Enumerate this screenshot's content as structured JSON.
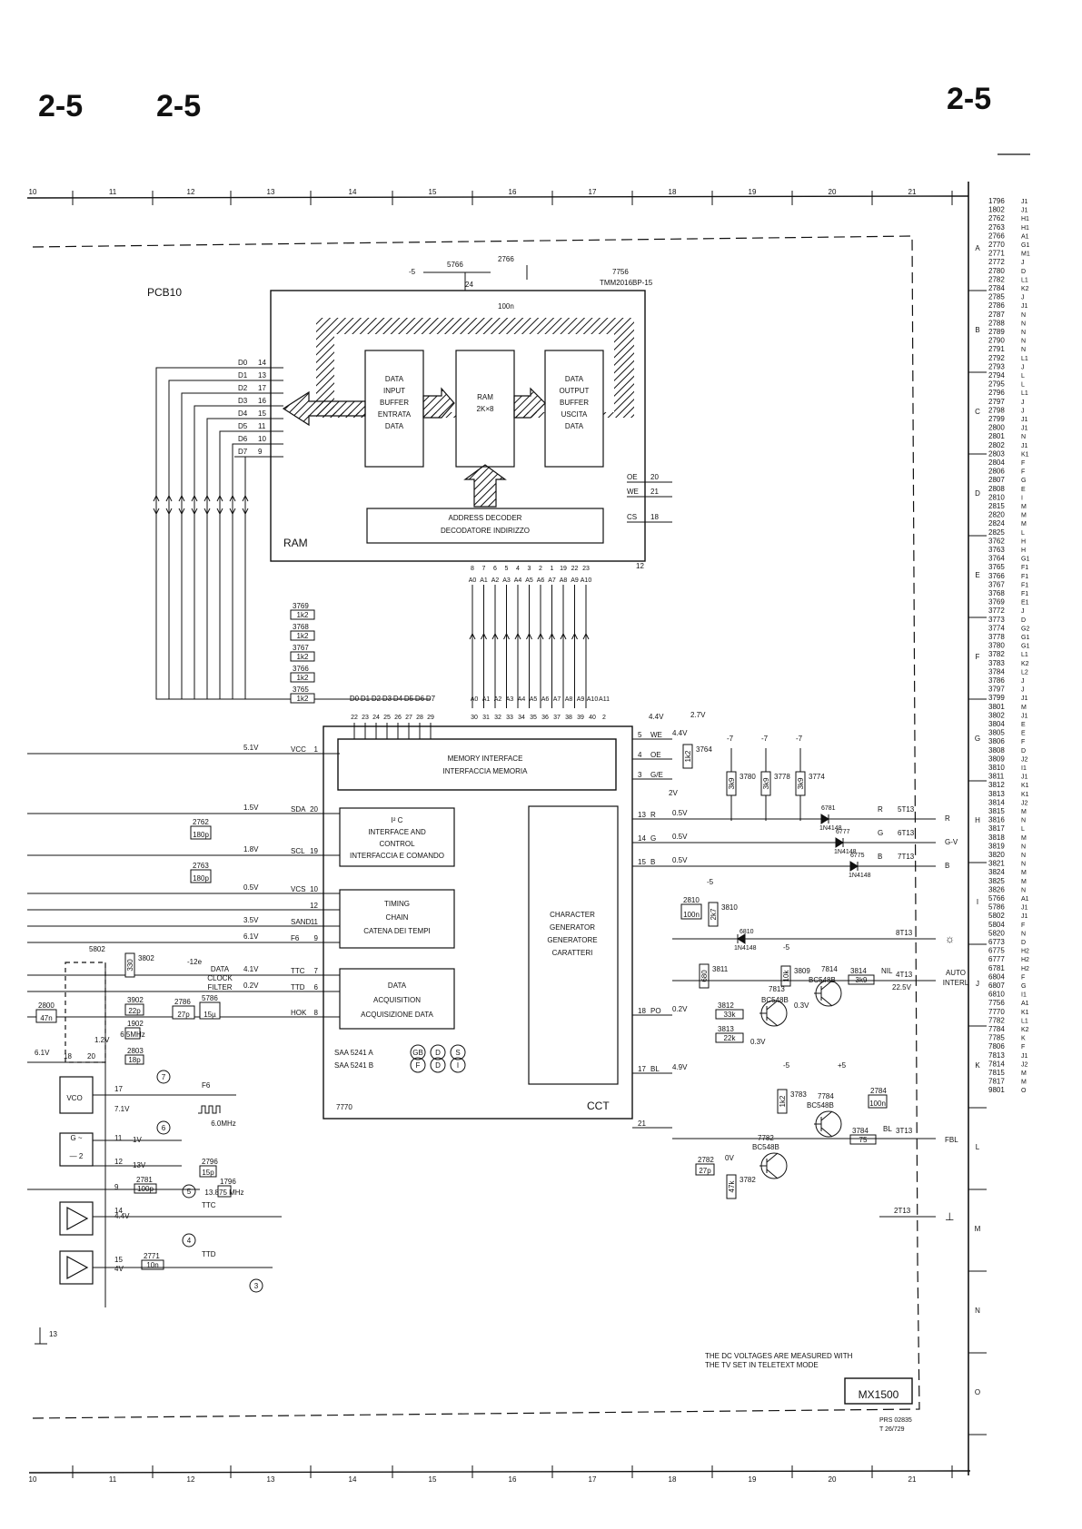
{
  "headers": {
    "left1": "2-5",
    "left2": "2-5",
    "right": "2-5"
  },
  "board": "PCB10",
  "grid": {
    "top": [
      "10",
      "11",
      "12",
      "13",
      "14",
      "15",
      "16",
      "17",
      "18",
      "19",
      "20",
      "21"
    ],
    "rows": [
      "A",
      "B",
      "C",
      "D",
      "E",
      "F",
      "G",
      "H",
      "I",
      "J",
      "K",
      "L",
      "M",
      "N",
      "O"
    ]
  },
  "ram": {
    "label": "RAM",
    "chip": "7756",
    "part": "TMM2016BP-15",
    "input": [
      "DATA",
      "INPUT",
      "BUFFER",
      "ENTRATA",
      "DATA"
    ],
    "core": [
      "RAM",
      "2K×8"
    ],
    "output": [
      "DATA",
      "OUTPUT",
      "BUFFER",
      "USCITA",
      "DATA"
    ],
    "decoder": [
      "ADDRESS DECODER",
      "DECODATORE INDIRIZZO"
    ],
    "data_pins": [
      [
        "D0",
        "14"
      ],
      [
        "D1",
        "13"
      ],
      [
        "D2",
        "17"
      ],
      [
        "D3",
        "16"
      ],
      [
        "D4",
        "15"
      ],
      [
        "D5",
        "11"
      ],
      [
        "D6",
        "10"
      ],
      [
        "D7",
        "9"
      ]
    ],
    "ctrl": [
      [
        "OE",
        "20"
      ],
      [
        "WE",
        "21"
      ],
      [
        "CS",
        "18"
      ]
    ],
    "addr_pins": [
      "8",
      "7",
      "6",
      "5",
      "4",
      "3",
      "2",
      "1",
      "19",
      "22",
      "23"
    ],
    "addr_names": [
      "A0",
      "A1",
      "A2",
      "A3",
      "A4",
      "A5",
      "A6",
      "A7",
      "A8",
      "A9",
      "A10"
    ],
    "supply": {
      "v": "-5",
      "coil": "5766",
      "cap": "2766",
      "capv": "100n",
      "pin24": "24",
      "pin12": "12"
    }
  },
  "resistors": [
    [
      "3769",
      "1k2"
    ],
    [
      "3768",
      "1k2"
    ],
    [
      "3767",
      "1k2"
    ],
    [
      "3766",
      "1k2"
    ],
    [
      "3765",
      "1k2"
    ]
  ],
  "cct": {
    "label": "CCT",
    "chip": "7770",
    "mem": [
      "MEMORY INTERFACE",
      "INTERFACCIA MEMORIA"
    ],
    "i2c": [
      "I² C",
      "INTERFACE AND",
      "CONTROL",
      "INTERFACCIA E COMANDO"
    ],
    "timing": [
      "TIMING",
      "CHAIN",
      "CATENA DEI TEMPI"
    ],
    "acq": [
      "DATA",
      "ACQUISITION",
      "ACQUISIZIONE DATA"
    ],
    "chargen": [
      "CHARACTER",
      "GENERATOR",
      "GENERATORE",
      "CARATTERI"
    ],
    "variants": [
      "SAA 5241 A",
      "SAA 5241 B"
    ],
    "lang_a": [
      "GB",
      "D",
      "S"
    ],
    "lang_b": [
      "F",
      "D",
      "I"
    ],
    "dpins": [
      "D0",
      "D1",
      "D2",
      "D3",
      "D4",
      "D5",
      "D6",
      "D7"
    ],
    "dnums": [
      "22",
      "23",
      "24",
      "25",
      "26",
      "27",
      "28",
      "29"
    ],
    "apins": [
      "A0",
      "A1",
      "A2",
      "A3",
      "A4",
      "A5",
      "A6",
      "A7",
      "A8",
      "A9",
      "A10",
      "A11"
    ],
    "anums": [
      "30",
      "31",
      "32",
      "33",
      "34",
      "35",
      "36",
      "37",
      "38",
      "39",
      "40",
      "2"
    ],
    "left_pins": [
      [
        "VCC",
        "1",
        "5.1V"
      ],
      [
        "SDA",
        "20",
        "1.5V"
      ],
      [
        "SCL",
        "19",
        "1.8V"
      ],
      [
        "VCS",
        "10",
        "0.5V"
      ],
      [
        "",
        "12",
        ""
      ],
      [
        "SAND",
        "11",
        "3.5V"
      ],
      [
        "F6",
        "9",
        "6.1V"
      ],
      [
        "TTC",
        "7",
        "4.1V"
      ],
      [
        "TTD",
        "6",
        "0.2V"
      ],
      [
        "HOK",
        "8",
        ""
      ]
    ],
    "right_pins": [
      [
        "5",
        "WE",
        "4.4V"
      ],
      [
        "4",
        "OE",
        ""
      ],
      [
        "3",
        "G/E",
        ""
      ],
      [
        "13",
        "R",
        "0.5V"
      ],
      [
        "14",
        "G",
        "0.5V"
      ],
      [
        "15",
        "B",
        "0.5V"
      ],
      [
        "18",
        "PO",
        "0.2V"
      ],
      [
        "17",
        "BL",
        "4.9V"
      ],
      [
        "21",
        "",
        ""
      ]
    ]
  },
  "outputs": {
    "r": "R",
    "g": "G-V",
    "b": "B",
    "auto": "AUTO INTERL",
    "fbl": "FBL",
    "ground": "⊥",
    "conn": [
      "5T13",
      "6T13",
      "7T13",
      "8T13",
      "4T13",
      "3T13",
      "2T13"
    ]
  },
  "components": {
    "res_top": [
      [
        "3780",
        "3k9"
      ],
      [
        "3778",
        "3k9"
      ],
      [
        "3774",
        "3k9"
      ]
    ],
    "diodes": [
      "6781",
      "6777",
      "6775",
      "6810"
    ],
    "diode_type": "1N4148",
    "misc": {
      "r3764": "3764",
      "r3764v": "1k2",
      "v27": "2.7V",
      "v44": "4.4V",
      "v2": "2V",
      "c2810": "2810",
      "c2810v": "100n",
      "r3810": "3810",
      "r3810v": "2k7",
      "r3811": "3811",
      "r3811v": "680",
      "r3812": "3812",
      "r3812v": "33k",
      "r3813": "3813",
      "r3813v": "22k",
      "r3809": "3809",
      "r3809v": "10k",
      "r3814": "3814",
      "r3814v": "3k9",
      "nil": "NIL",
      "v225": "22.5V",
      "q7813": "7813",
      "q7814": "7814",
      "q7784": "7784",
      "q7782": "7782",
      "bc": "BC548B",
      "v03a": "0.3V",
      "v03b": "0.3V",
      "r3783": "3783",
      "r3783v": "1k2",
      "c2784": "2784",
      "c2784v": "100n",
      "r3784": "3784",
      "r3784v": "75",
      "bl": "BL",
      "c2782": "2782",
      "c2782v": "27p",
      "v0": "0V",
      "r3782": "3782",
      "r3782v": "47k"
    },
    "left": {
      "c2762": "2762",
      "c2762v": "180p",
      "c2763": "2763",
      "c2763v": "180p",
      "coil5802": "5802",
      "r3802": "3802",
      "c2800": "2800",
      "c2800v": "47n",
      "r3902": "3902",
      "r3902v": "22p",
      "x1902": "1902",
      "x1902f": "6.5MHz",
      "c2803": "2803",
      "c2803v": "18p",
      "v12": "1.2V",
      "v61": "6.1V",
      "filter": [
        "DATA",
        "CLOCK",
        "FILTER"
      ],
      "v12e": "-12e",
      "c2786": "2786",
      "c2786v": "27p",
      "coil5786": "5786",
      "coil5786v": "15µ",
      "vco": "VCO",
      "v71": "7.1V",
      "f6": "F6",
      "clk": "6.0MHz",
      "c2796": "2796",
      "c2796v": "15p",
      "x1796": "1796",
      "x1796f": "13.875 MHz",
      "c2781": "2781",
      "c2781v": "100p",
      "c2771": "2771",
      "c2771v": "10n",
      "ttc": "TTC",
      "ttd": "TTD",
      "v44l": "4.4V",
      "v4": "4V",
      "v1": "1V",
      "v13": "13V",
      "pins": [
        "17",
        "11",
        "12",
        "9",
        "14",
        "15",
        "18",
        "20",
        "13"
      ],
      "circles": [
        "7",
        "6",
        "5",
        "4",
        "3"
      ]
    }
  },
  "note": [
    "THE DC VOLTAGES ARE MEASURED WITH",
    "THE TV SET IN TELETEXT MODE"
  ],
  "model": "MX1500",
  "ref": [
    "PRS 02835",
    "T 26/729"
  ],
  "side_list": [
    [
      "1796",
      "J1"
    ],
    [
      "1802",
      "J1"
    ],
    [
      "2762",
      "H1"
    ],
    [
      "2763",
      "H1"
    ],
    [
      "2766",
      "A1"
    ],
    [
      "2770",
      "G1"
    ],
    [
      "2771",
      "M1"
    ],
    [
      "2772",
      "J"
    ],
    [
      "2780",
      "D"
    ],
    [
      "2782",
      "L1"
    ],
    [
      "2784",
      "K2"
    ],
    [
      "2785",
      "J"
    ],
    [
      "2786",
      "J1"
    ],
    [
      "2787",
      "N"
    ],
    [
      "2788",
      "N"
    ],
    [
      "2789",
      "N"
    ],
    [
      "2790",
      "N"
    ],
    [
      "2791",
      "N"
    ],
    [
      "2792",
      "L1"
    ],
    [
      "2793",
      "J"
    ],
    [
      "2794",
      "L"
    ],
    [
      "2795",
      "L"
    ],
    [
      "2796",
      "L1"
    ],
    [
      "2797",
      "J"
    ],
    [
      "2798",
      "J"
    ],
    [
      "2799",
      "J1"
    ],
    [
      "2800",
      "J1"
    ],
    [
      "2801",
      "N"
    ],
    [
      "2802",
      "J1"
    ],
    [
      "2803",
      "K1"
    ],
    [
      "2804",
      "F"
    ],
    [
      "2806",
      "F"
    ],
    [
      "2807",
      "G"
    ],
    [
      "2808",
      "E"
    ],
    [
      "2810",
      "I"
    ],
    [
      "2815",
      "M"
    ],
    [
      "2820",
      "M"
    ],
    [
      "2824",
      "M"
    ],
    [
      "2825",
      "L"
    ],
    [
      "3762",
      "H"
    ],
    [
      "3763",
      "H"
    ],
    [
      "3764",
      "G1"
    ],
    [
      "3765",
      "F1"
    ],
    [
      "3766",
      "F1"
    ],
    [
      "3767",
      "F1"
    ],
    [
      "3768",
      "F1"
    ],
    [
      "3769",
      "E1"
    ],
    [
      "3772",
      "J"
    ],
    [
      "3773",
      "D"
    ],
    [
      "3774",
      "G2"
    ],
    [
      "3778",
      "G1"
    ],
    [
      "3780",
      "G1"
    ],
    [
      "3782",
      "L1"
    ],
    [
      "3783",
      "K2"
    ],
    [
      "3784",
      "L2"
    ],
    [
      "3786",
      "J"
    ],
    [
      "3797",
      "J"
    ],
    [
      "3799",
      "J1"
    ],
    [
      "3801",
      "M"
    ],
    [
      "3802",
      "J1"
    ],
    [
      "3804",
      "E"
    ],
    [
      "3805",
      "E"
    ],
    [
      "3806",
      "F"
    ],
    [
      "3808",
      "D"
    ],
    [
      "3809",
      "J2"
    ],
    [
      "3810",
      "I1"
    ],
    [
      "3811",
      "J1"
    ],
    [
      "3812",
      "K1"
    ],
    [
      "3813",
      "K1"
    ],
    [
      "3814",
      "J2"
    ],
    [
      "3815",
      "M"
    ],
    [
      "3816",
      "N"
    ],
    [
      "3817",
      "L"
    ],
    [
      "3818",
      "M"
    ],
    [
      "3819",
      "N"
    ],
    [
      "3820",
      "N"
    ],
    [
      "3821",
      "N"
    ],
    [
      "3824",
      "M"
    ],
    [
      "3825",
      "M"
    ],
    [
      "3826",
      "N"
    ],
    [
      "5766",
      "A1"
    ],
    [
      "5786",
      "J1"
    ],
    [
      "5802",
      "J1"
    ],
    [
      "5804",
      "F"
    ],
    [
      "5820",
      "N"
    ],
    [
      "6773",
      "D"
    ],
    [
      "6775",
      "H2"
    ],
    [
      "6777",
      "H2"
    ],
    [
      "6781",
      "H2"
    ],
    [
      "6804",
      "F"
    ],
    [
      "6807",
      "G"
    ],
    [
      "6810",
      "I1"
    ],
    [
      "7756",
      "A1"
    ],
    [
      "7770",
      "K1"
    ],
    [
      "7782",
      "L1"
    ],
    [
      "7784",
      "K2"
    ],
    [
      "7785",
      "K"
    ],
    [
      "7806",
      "F"
    ],
    [
      "7813",
      "J1"
    ],
    [
      "7814",
      "J2"
    ],
    [
      "7815",
      "M"
    ],
    [
      "7817",
      "M"
    ],
    [
      "9801",
      "O"
    ]
  ]
}
